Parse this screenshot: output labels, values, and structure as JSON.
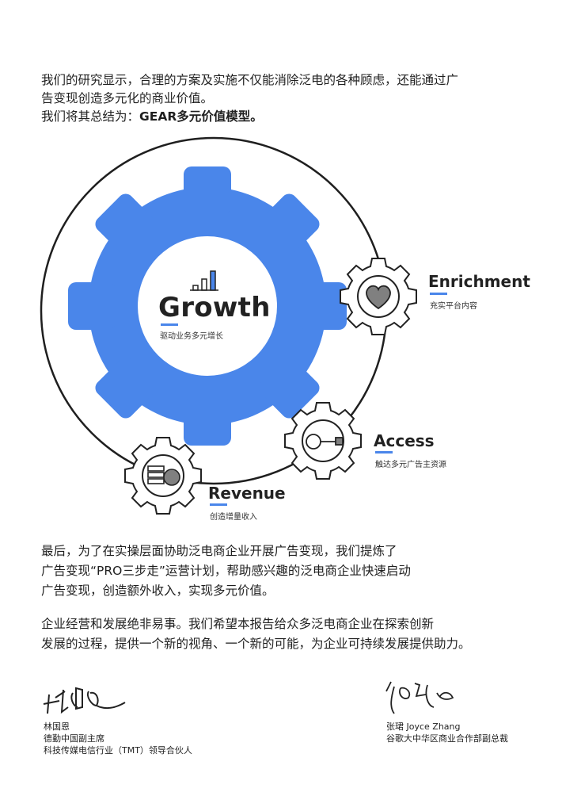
{
  "intro": {
    "line1": "我们的研究显示，合理的方案及实施不仅能消除泛电的各种顾虑，还能通过广",
    "line2": "告变现创造多元化的商业价值。",
    "line3_prefix": "我们将其总结为：",
    "line3_bold": "GEAR多元价值模型。"
  },
  "diagram": {
    "growth": {
      "title": "Growth",
      "subtitle": "驱动业务多元增长"
    },
    "enrichment": {
      "title": "Enrichment",
      "subtitle": "充实平台内容"
    },
    "access": {
      "title": "Access",
      "subtitle": "触达多元广告主资源"
    },
    "revenue": {
      "title": "Revenue",
      "subtitle": "创造增量收入"
    },
    "colors": {
      "accent": "#4a86ea",
      "icon_gray": "#808080"
    },
    "icons": [
      "bar-chart-icon",
      "heart-icon",
      "key-icon",
      "coins-icon"
    ]
  },
  "body1": {
    "line1": "最后，为了在实操层面协助泛电商企业开展广告变现，我们提炼了",
    "line2": "广告变现“PRO三步走”运营计划，帮助感兴趣的泛电商企业快速启动",
    "line3": "广告变现，创造额外收入，实现多元价值。"
  },
  "body2": {
    "line1": "企业经营和发展绝非易事。我们希望本报告给众多泛电商企业在探索创新",
    "line2": "发展的过程，提供一个新的视角、一个新的可能，为企业可持续发展提供助力。"
  },
  "signatures": {
    "left": {
      "name": "林国恩",
      "title1": "德勤中国副主席",
      "title2": "科技传媒电信行业（TMT）领导合伙人"
    },
    "right": {
      "name": "张珺  Joyce Zhang",
      "title1": "谷歌大中华区商业合作部副总裁"
    }
  }
}
